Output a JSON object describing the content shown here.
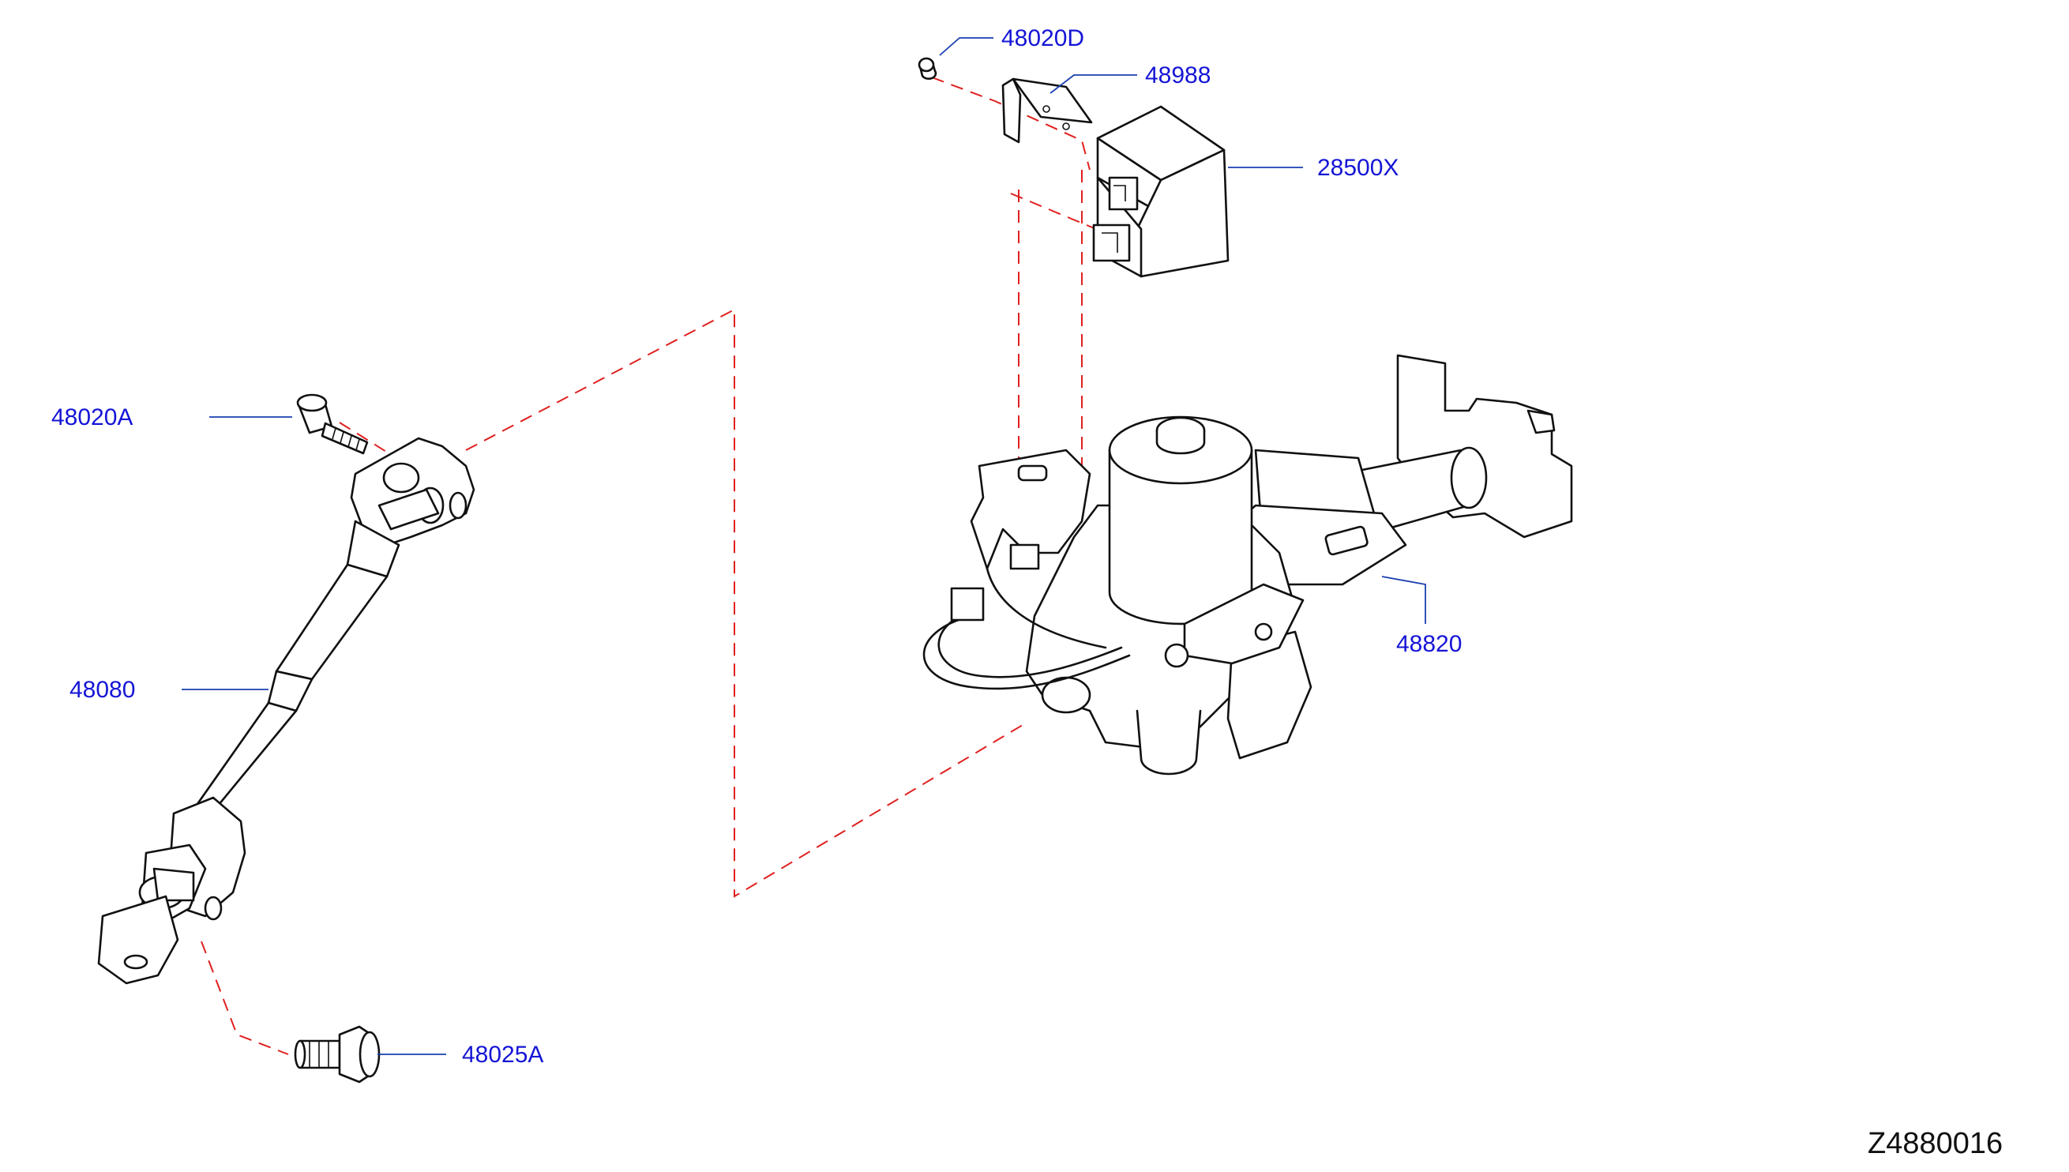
{
  "parts": {
    "p48020D": "48020D",
    "p48988": "48988",
    "p28500X": "28500X",
    "p48020A": "48020A",
    "p48080": "48080",
    "p48820": "48820",
    "p48025A": "48025A"
  },
  "diagram_code": "Z4880016",
  "colors": {
    "label_text": "#1515d6",
    "leader_line": "#1a3fb0",
    "dashed_guide": "#e02020",
    "line_art": "#111111"
  }
}
